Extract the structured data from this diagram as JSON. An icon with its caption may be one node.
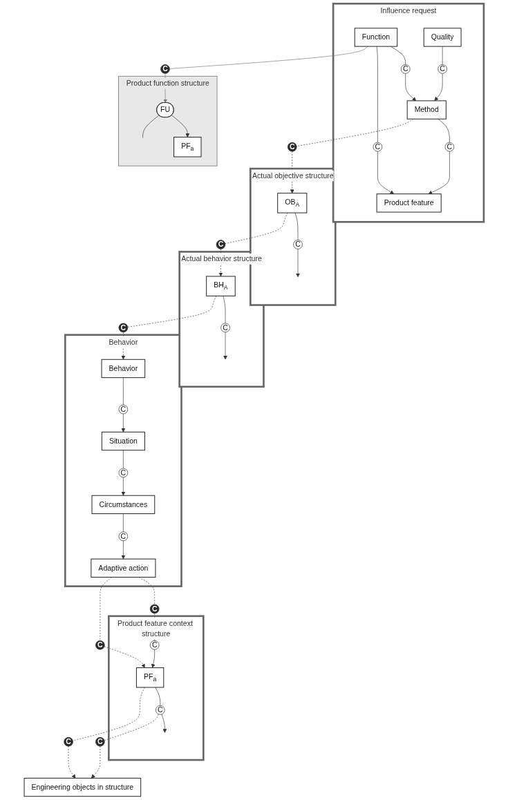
{
  "diagram": {
    "nodes": [
      {
        "text": [
          "Influence request"
        ]
      },
      {
        "text": [
          "Function"
        ],
        "in": 0
      },
      {
        "text": [
          "Quality"
        ],
        "in": 0
      },
      {
        "text": [
          "C"
        ],
        "in": 0
      },
      {
        "text": [
          "C"
        ],
        "in": 0
      },
      {
        "text": [
          "Method"
        ],
        "in": 0
      },
      {
        "text": [
          "C"
        ],
        "in": 0
      },
      {
        "text": [
          "C"
        ],
        "in": 0
      },
      {
        "text": [
          "Product feature"
        ],
        "in": 0
      },
      {
        "text": [
          "Actual objective structure"
        ]
      },
      {
        "text": [
          "OB$_{A}$"
        ],
        "in": 9
      },
      {
        "text": [
          "C"
        ],
        "in": 9
      },
      {
        "text": [
          "C"
        ]
      },
      {
        "text": [
          "C"
        ]
      },
      {
        "text": [
          "Actual behavior structure"
        ]
      },
      {
        "text": [
          "BH$_{A}$"
        ],
        "in": 14
      },
      {
        "text": [
          "C"
        ],
        "in": 14
      },
      {
        "text": [
          "C"
        ]
      },
      {
        "text": [
          "C"
        ]
      },
      {
        "text": [
          "Behavior"
        ]
      },
      {
        "text": [
          "Behavior"
        ],
        "in": 19
      },
      {
        "text": [
          "Adaptive action"
        ],
        "in": 19
      },
      {
        "text": [
          "C"
        ],
        "in": 19
      },
      {
        "text": [
          "Situation"
        ],
        "in": 19
      },
      {
        "text": [
          "C"
        ],
        "in": 19
      },
      {
        "text": [
          "C"
        ],
        "in": 19
      },
      {
        "text": [
          "Circumstances"
        ],
        "in": 19
      },
      {
        "text": [
          "C"
        ]
      },
      {
        "text": [
          "C"
        ]
      },
      {
        "text": [
          "Product feature context structure"
        ]
      },
      {
        "text": [
          "C"
        ],
        "in": 29
      },
      {
        "text": [
          "PF$_{a}$"
        ],
        "in": 29
      },
      {
        "text": [
          "C"
        ],
        "in": 29
      },
      {
        "text": [
          "Product function structure"
        ]
      },
      {
        "text": [
          "PF$_{a}$"
        ],
        "in": 33
      },
      {
        "text": [
          "FU"
        ],
        "in": 33
      },
      {
        "text": [
          "C"
        ]
      },
      {
        "text": [
          "C"
        ]
      },
      {
        "text": [
          "Engineering objects in structure"
        ]
      }
    ],
    "edges": [
      {
        "from": 1,
        "to": 3,
        "arrow": "none"
      },
      {
        "from": 3,
        "to": 5,
        "arrow": "to"
      },
      {
        "from": 2,
        "to": 4,
        "arrow": "none"
      },
      {
        "from": 4,
        "to": 5,
        "arrow": "to"
      },
      {
        "from": 1,
        "to": 6,
        "arrow": "none"
      },
      {
        "from": 6,
        "to": 8,
        "arrow": "to"
      },
      {
        "from": 5,
        "to": 7,
        "arrow": "none"
      },
      {
        "from": 7,
        "to": 8,
        "arrow": "to"
      },
      {
        "from": 5,
        "to": 12,
        "arrow": "none",
        "style": "dashed"
      },
      {
        "from": 12,
        "to": 10,
        "arrow": "to",
        "style": "dashed"
      },
      {
        "from": 10,
        "to": 11,
        "arrow": "none"
      },
      {
        "from": 11,
        "to": null,
        "arrow": "to"
      },
      {
        "from": 10,
        "to": 13,
        "arrow": "none",
        "style": "dashed"
      },
      {
        "from": 13,
        "to": 15,
        "arrow": "to",
        "style": "dashed"
      },
      {
        "from": 15,
        "to": 16,
        "arrow": "none"
      },
      {
        "from": 16,
        "to": null,
        "arrow": "to"
      },
      {
        "from": 1,
        "to": 17,
        "arrow": "none",
        "color": "#777777"
      },
      {
        "from": 17,
        "to": 35,
        "arrow": "to",
        "color": "#777777"
      },
      {
        "from": 35,
        "to": 34,
        "arrow": "to"
      },
      {
        "from": 35,
        "to": null,
        "arrow": "none"
      },
      {
        "from": 15,
        "to": 18,
        "arrow": "none",
        "style": "dashed"
      },
      {
        "from": 18,
        "to": 20,
        "arrow": "to",
        "style": "dashed"
      },
      {
        "from": 20,
        "to": 22,
        "arrow": "none"
      },
      {
        "from": 22,
        "to": 23,
        "arrow": "to"
      },
      {
        "from": 23,
        "to": 24,
        "arrow": "none"
      },
      {
        "from": 24,
        "to": 26,
        "arrow": "to"
      },
      {
        "from": 26,
        "to": 25,
        "arrow": "none"
      },
      {
        "from": 25,
        "to": 21,
        "arrow": "to"
      },
      {
        "from": 21,
        "to": 27,
        "arrow": "none",
        "style": "dashed"
      },
      {
        "from": 27,
        "to": 30,
        "arrow": "to",
        "style": "dashed"
      },
      {
        "from": 30,
        "to": 31,
        "arrow": "to"
      },
      {
        "from": 21,
        "to": 28,
        "arrow": "none",
        "style": "dashed"
      },
      {
        "from": 28,
        "to": 31,
        "arrow": "to",
        "style": "dashed"
      },
      {
        "from": 31,
        "to": 32,
        "arrow": "none"
      },
      {
        "from": 32,
        "to": null,
        "arrow": "to"
      },
      {
        "from": 32,
        "to": 36,
        "arrow": "none",
        "style": "dashed"
      },
      {
        "from": 36,
        "to": 38,
        "arrow": "to",
        "style": "dashed"
      },
      {
        "from": 31,
        "to": 37,
        "arrow": "none",
        "style": "dashed"
      },
      {
        "from": 37,
        "to": 38,
        "arrow": "to",
        "style": "dashed"
      }
    ]
  }
}
